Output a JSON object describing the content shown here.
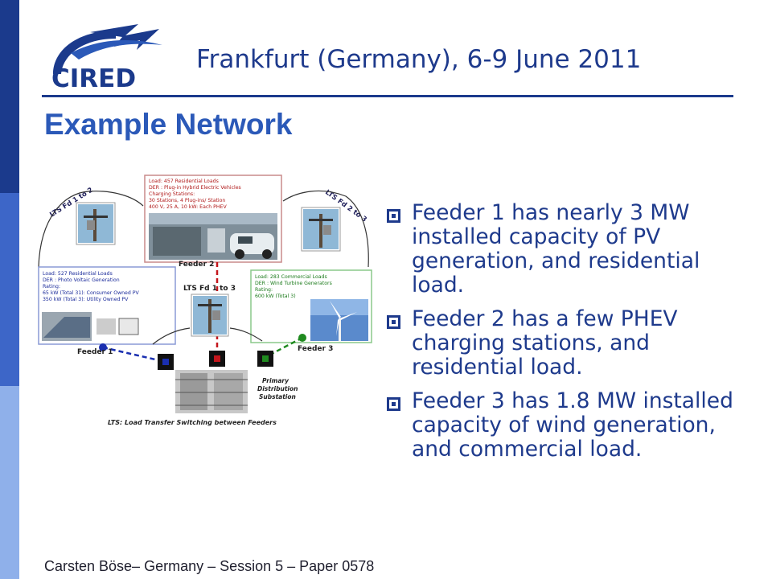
{
  "logo": {
    "text": "CIRED"
  },
  "header": {
    "conference": "Frankfurt (Germany), 6-9 June 2011"
  },
  "title": "Example Network",
  "diagram": {
    "lts_fd1_2": "LTS Fd 1 to 2",
    "lts_fd2_3": "LTS Fd 2 to 3",
    "lts_fd1_3": "LTS Fd 1 to 3",
    "feeder1_label": "Feeder 1",
    "feeder2_label": "Feeder 2",
    "feeder3_label": "Feeder 3",
    "substation_lines": [
      "Primary",
      "Distribution",
      "Substation"
    ],
    "caption": "LTS: Load Transfer Switching between Feeders",
    "box_feeder2": [
      "Load: 457 Residential Loads",
      "DER : Plug-in Hybrid Electric Vehicles",
      "Charging Stations:",
      "30 Stations, 4 Plug-ins/ Station",
      "400 V, 25 A, 10 kW: Each PHEV"
    ],
    "box_feeder1": [
      "Load: 527 Residential Loads",
      "DER : Photo Voltaic Generation",
      "Rating:",
      "65 kW (Total 31): Consumer Owned PV",
      "350 kW (Total 3): Utility Owned PV"
    ],
    "box_feeder3": [
      "Load: 283 Commercial Loads",
      "DER : Wind Turbine Generators",
      "Rating:",
      "600 kW (Total 3)"
    ]
  },
  "bullets": [
    "Feeder 1 has nearly 3 MW installed capacity of PV generation, and residential load.",
    "Feeder 2 has a few PHEV charging stations, and residential load.",
    "Feeder 3 has 1.8 MW installed capacity of wind generation, and commercial load."
  ],
  "footer": "Carsten Böse– Germany – Session 5 – Paper 0578",
  "colors": {
    "dark_blue": "#1b3a8c",
    "title_blue": "#2b59b8",
    "feeder1": "#1a2fb0",
    "feeder2": "#c4161c",
    "feeder3": "#1f8a1f"
  }
}
